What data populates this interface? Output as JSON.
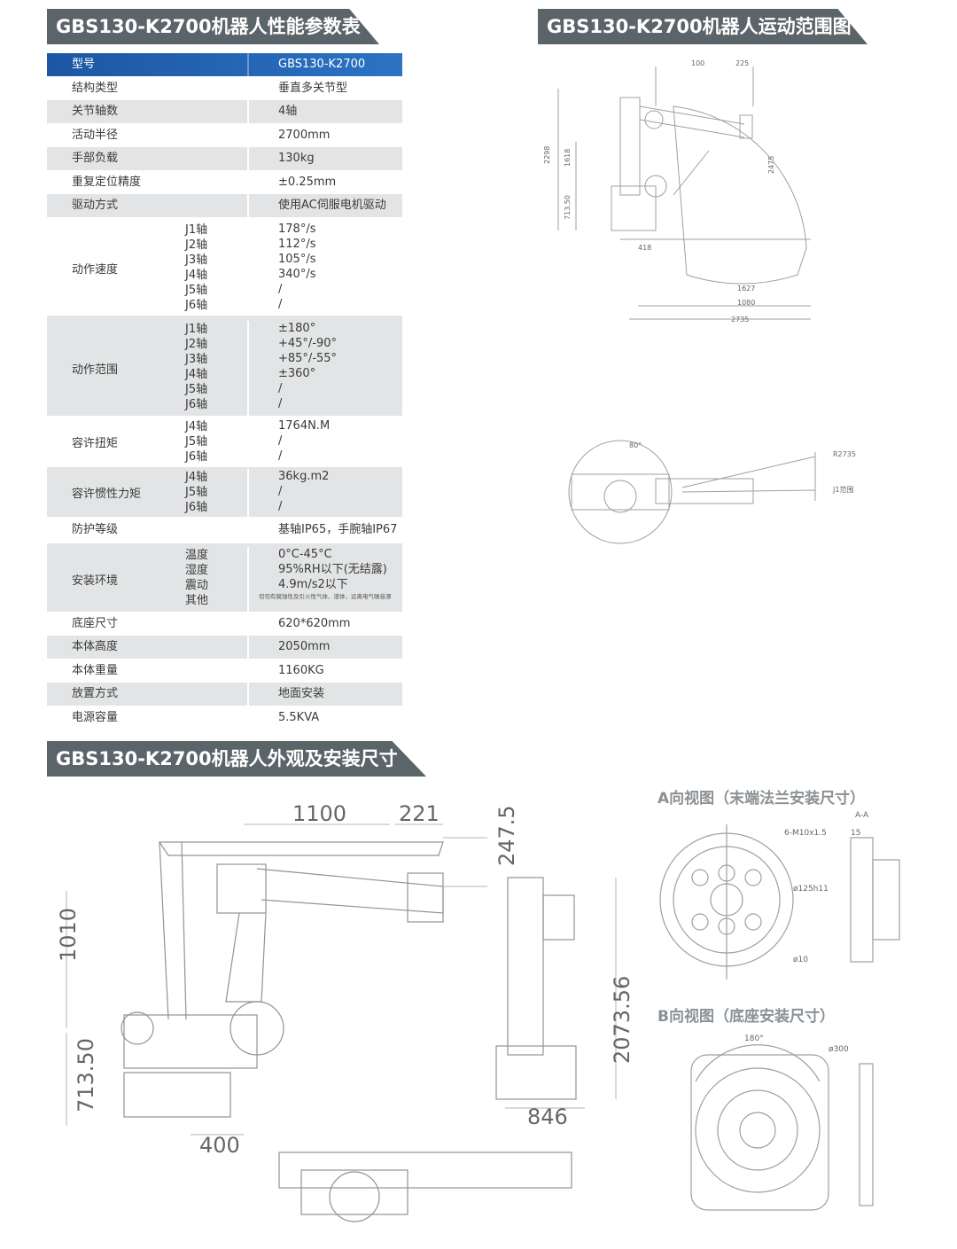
{
  "sections": {
    "spec_title": "GBS130-K2700机器人性能参数表",
    "range_title": "GBS130-K2700机器人运动范围图",
    "dims_title": "GBS130-K2700机器人外观及安装尺寸"
  },
  "spec_table": {
    "header": {
      "label": "型号",
      "value": "GBS130-K2700"
    },
    "rows": [
      {
        "label": "结构类型",
        "value": "垂直多关节型"
      },
      {
        "label": "关节轴数",
        "value": "4轴"
      },
      {
        "label": "活动半径",
        "value": "2700mm"
      },
      {
        "label": "手部负载",
        "value": "130kg"
      },
      {
        "label": "重复定位精度",
        "value": "±0.25mm"
      },
      {
        "label": "驱动方式",
        "value": "使用AC伺服电机驱动"
      }
    ],
    "speed": {
      "label": "动作速度",
      "axes": [
        "J1轴",
        "J2轴",
        "J3轴",
        "J4轴",
        "J5轴",
        "J6轴"
      ],
      "values": [
        "178°/s",
        "112°/s",
        "105°/s",
        "340°/s",
        "/",
        "/"
      ]
    },
    "range": {
      "label": "动作范围",
      "axes": [
        "J1轴",
        "J2轴",
        "J3轴",
        "J4轴",
        "J5轴",
        "J6轴"
      ],
      "values": [
        "±180°",
        "+45°/-90°",
        "+85°/-55°",
        "±360°",
        "/",
        "/"
      ]
    },
    "torque": {
      "label": "容许扭矩",
      "axes": [
        "J4轴",
        "J5轴",
        "J6轴"
      ],
      "values": [
        "1764N.M",
        "/",
        "/"
      ]
    },
    "inertia": {
      "label": "容许惯性力矩",
      "axes": [
        "J4轴",
        "J5轴",
        "J6轴"
      ],
      "values": [
        "36kg.m2",
        "/",
        "/"
      ]
    },
    "protection": {
      "label": "防护等级",
      "value": "基轴IP65，手腕轴IP67"
    },
    "environment": {
      "label": "安装环境",
      "items": [
        "温度",
        "湿度",
        "震动",
        "其他"
      ],
      "values": [
        "0°C-45°C",
        "95%RH以下(无结露)",
        "4.9m/s2以下"
      ],
      "note": "切勿有腐蚀性及引火性气体、液体，远离电气噪音源"
    },
    "tail_rows": [
      {
        "label": "底座尺寸",
        "value": "620*620mm"
      },
      {
        "label": "本体高度",
        "value": "2050mm"
      },
      {
        "label": "本体重量",
        "value": "1160KG"
      },
      {
        "label": "放置方式",
        "value": "地面安装"
      },
      {
        "label": "电源容量",
        "value": "5.5KVA"
      }
    ]
  },
  "range_drawing": {
    "dims_top": [
      "100",
      "225"
    ],
    "dims_left": [
      "2298",
      "1618",
      "713.50"
    ],
    "dims_right": [
      "2475"
    ],
    "dims_bottom": [
      "418",
      "1627",
      "1080",
      "2735"
    ],
    "plan_labels": [
      "80°",
      "R2735",
      "J1范围"
    ]
  },
  "dims_drawing": {
    "dims_top": [
      "1100",
      "221"
    ],
    "dim_right": "247.5",
    "dim_left_upper": "1010",
    "dim_left_lower": "713.50",
    "dim_bottom": "400",
    "side_height": "2073.56",
    "side_width": "846",
    "view_a_title": "A向视图（末端法兰安装尺寸）",
    "view_b_title": "B向视图（底座安装尺寸）",
    "view_a_labels": [
      "6-M10x1.5",
      "15",
      "ø125h11",
      "ø10",
      "A-A"
    ],
    "view_b_labels": [
      "180°",
      "ø300"
    ]
  }
}
